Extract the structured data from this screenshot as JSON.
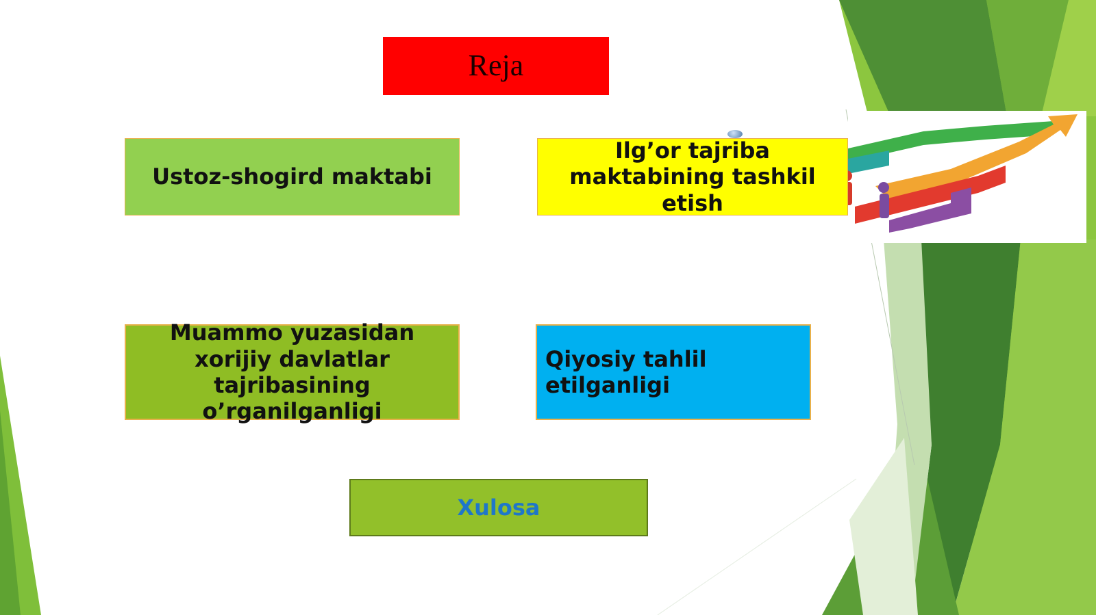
{
  "slide": {
    "title": "Reja",
    "items": [
      "Ustoz-shogird maktabi",
      "Ilg’or tajriba maktabining tashkil etish",
      "Muammo yuzasidan xorijiy davlatlar tajribasining o’rganilganligi",
      "Qiyosiy tahlil etilganligi",
      "Xulosa"
    ]
  },
  "colors": {
    "title_bg": "#ff0000",
    "item1_bg": "#92d050",
    "item2_bg": "#ffff00",
    "item3_bg": "#8fbd24",
    "item4_bg": "#00b0f0",
    "item5_bg": "#92c02a",
    "item5_text": "#1f77c9",
    "accent_green": "#6bb33a"
  },
  "icons": {
    "illustration": "growth-arrow-people-illustration",
    "decoration": "green-facet-decoration"
  }
}
